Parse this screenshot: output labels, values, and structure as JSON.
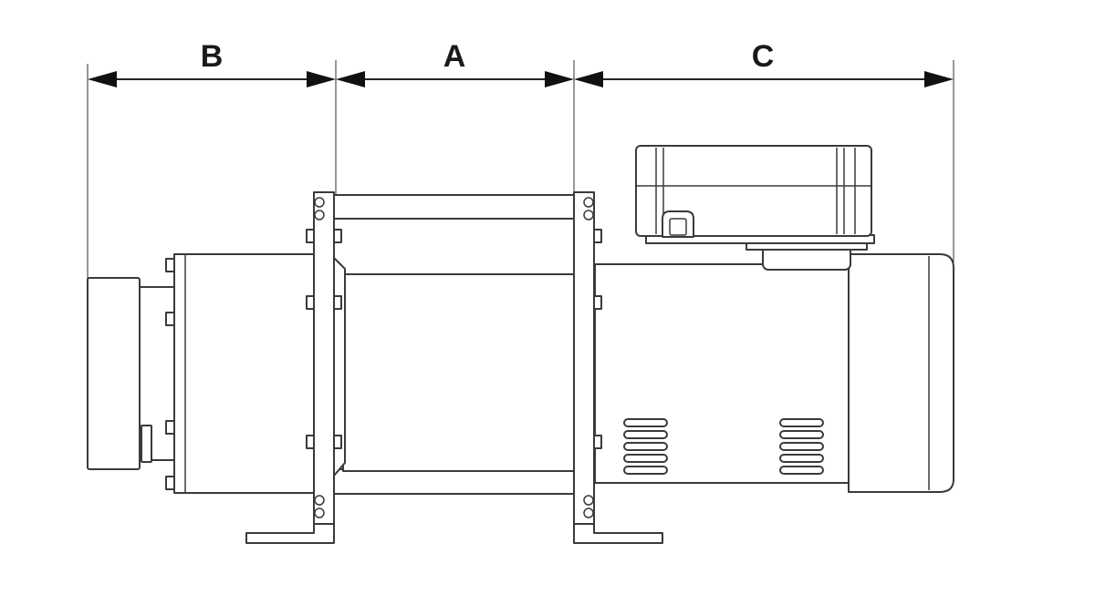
{
  "dimensions": {
    "a": {
      "label": "A"
    },
    "b": {
      "label": "B"
    },
    "c": {
      "label": "C"
    }
  },
  "colors": {
    "line": "#3a3a3a",
    "arrow": "#111111",
    "label": "#1a1a1a",
    "background": "#ffffff"
  }
}
